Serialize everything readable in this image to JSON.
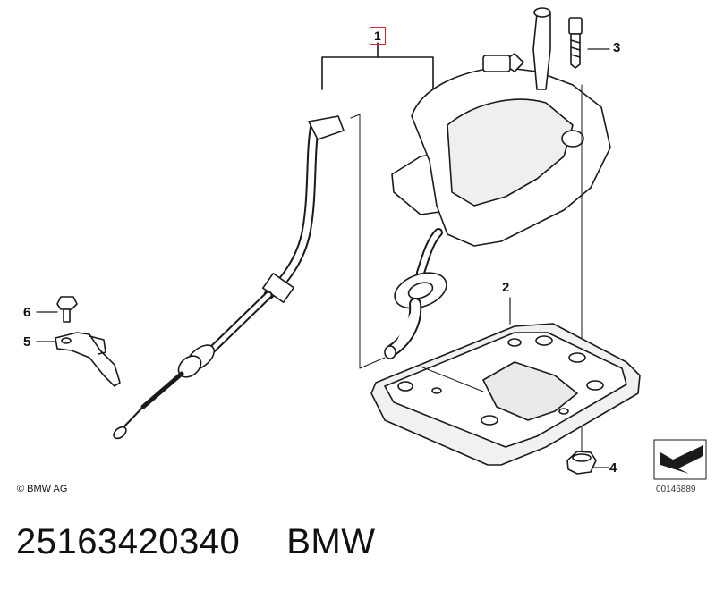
{
  "callouts": {
    "c1": "1",
    "c2": "2",
    "c3": "3",
    "c4": "4",
    "c5": "5",
    "c6": "6"
  },
  "footer": {
    "copyright": "© BMW AG",
    "diagram_number": "00146889"
  },
  "caption": {
    "part_number": "25163420340",
    "brand": "BMW"
  },
  "colors": {
    "line": "#1a1a1a",
    "callout_box": "#d9232d",
    "shade": "#e6e6e6"
  }
}
